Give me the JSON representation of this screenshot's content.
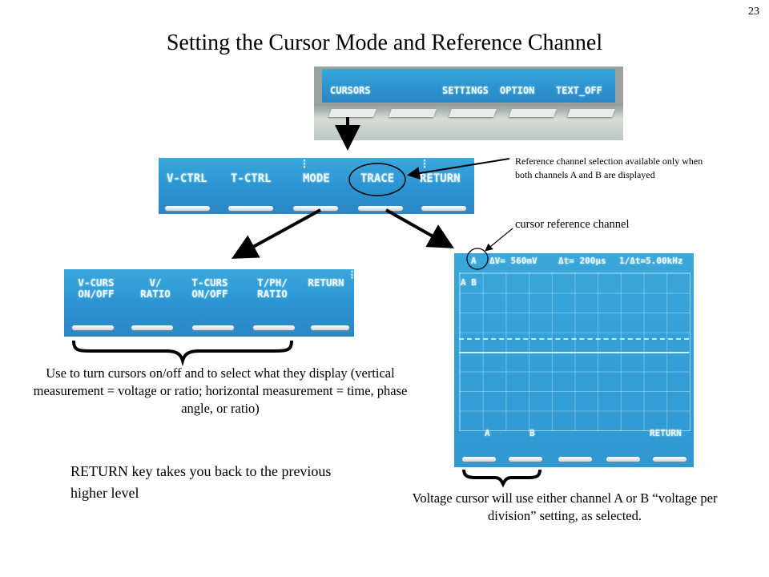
{
  "page_number": "23",
  "title": "Setting the Cursor Mode and Reference Channel",
  "top_screen": {
    "labels": [
      "CURSORS",
      "SETTINGS",
      "OPTION",
      "TEXT_OFF"
    ]
  },
  "mid_screen": {
    "menu": [
      "V-CTRL",
      "T-CTRL",
      "MODE",
      "TRACE",
      "RETURN"
    ]
  },
  "left_screen": {
    "menu": [
      {
        "line1": "V-CURS",
        "line2": "ON/OFF"
      },
      {
        "line1": "V/",
        "line2": "RATIO"
      },
      {
        "line1": "T-CURS",
        "line2": "ON/OFF"
      },
      {
        "line1": "T/PH/",
        "line2": "RATIO"
      },
      {
        "line1": "",
        "line2": "RETURN"
      }
    ]
  },
  "right_screen": {
    "readout_channel": "A",
    "dV": "ΔV= 560mV",
    "dt": "Δt= 200μs",
    "freq": "1/Δt=5.00kHz",
    "trace_labels": "A B",
    "softkeys": [
      "A",
      "B",
      "",
      "",
      "RETURN"
    ]
  },
  "annotations": {
    "trace_note": "Reference channel selection available only when both channels A and B are displayed",
    "cursor_ref_note": "cursor reference channel",
    "left_caption": "Use to turn cursors on/off and to select what they display (vertical measurement = voltage or ratio; horizontal measurement = time, phase angle, or ratio)",
    "return_note": "RETURN key takes you back to the previous higher level",
    "right_caption": "Voltage cursor will use either channel A or B “voltage per division” setting, as selected."
  }
}
